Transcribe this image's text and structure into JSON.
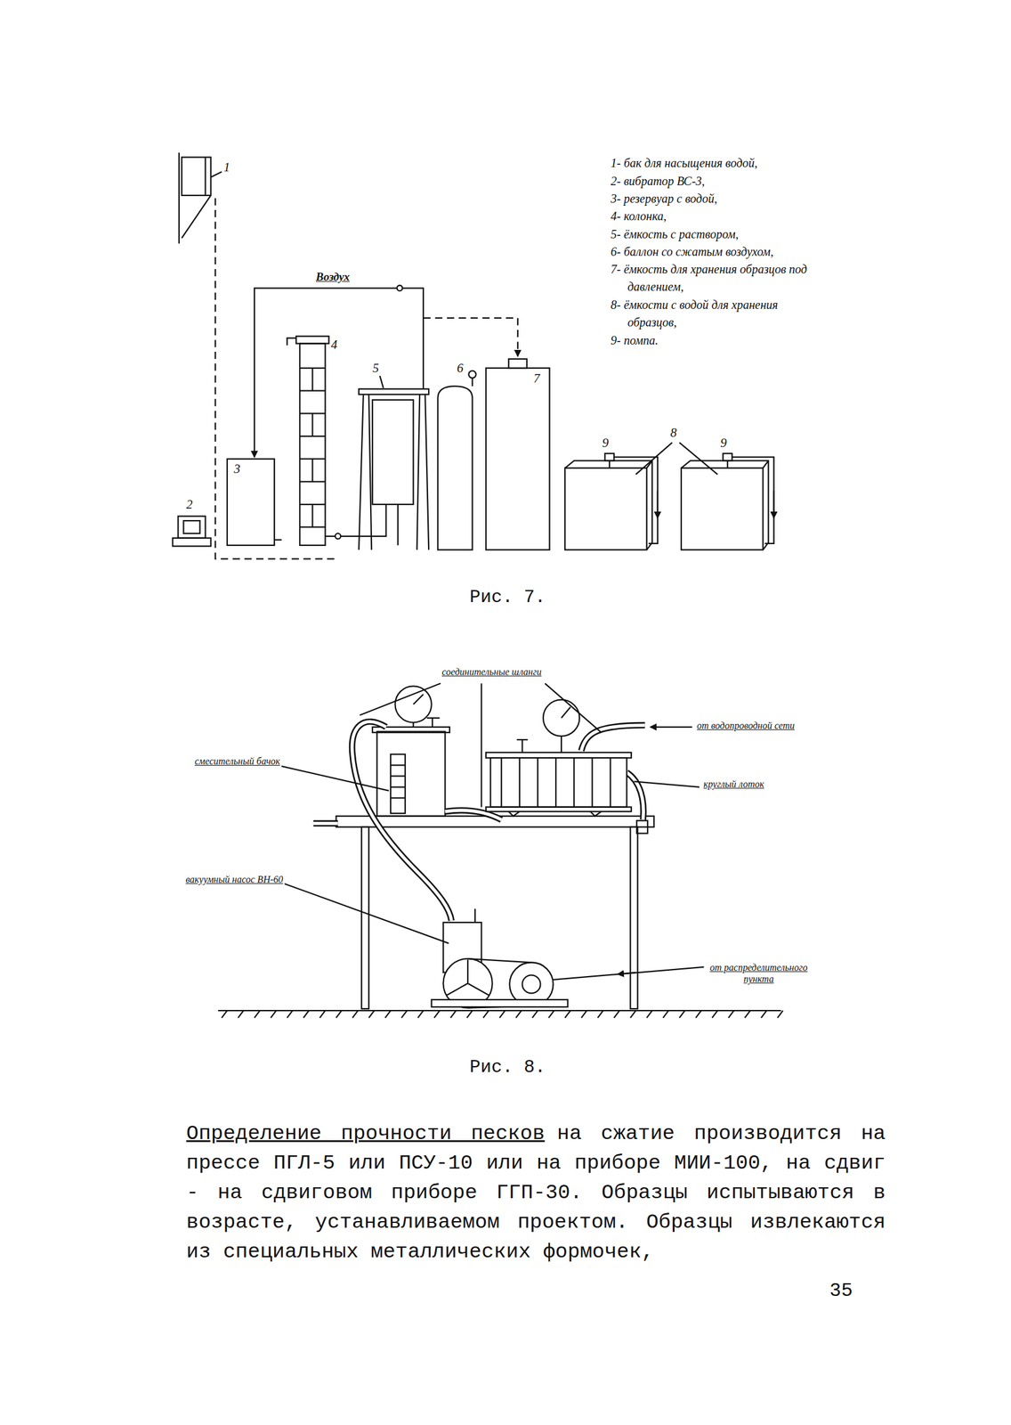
{
  "diagram": {
    "labels": [
      "1",
      "2",
      "3",
      "4",
      "5",
      "6",
      "7",
      "8",
      "9",
      "9",
      "Воздух",
      "1- бак для насыщения водой,",
      "2- вибратор ВС-3,",
      "3- резервуар с водой,",
      "4- колонка,",
      "5- ёмкость с раствором,",
      "6- баллон со сжатым воздухом,",
      "7- ёмкость для хранения образцов под давлением,",
      "8- ёмкости с водой для хранения образцов,",
      "9- помпа.",
      "Рис. 7.",
      "соединительные шланги",
      "смесительный бачок",
      "от водопроводной сети",
      "круглый лоток",
      "вакуумный насос ВН-60",
      "от распределительного пункта",
      "Рис. 8.",
      "Определение прочности песков",
      "на сжатие производится на прессе ПГЛ-5 или ПСУ-10 или на приборе МИИ-100, на сдвиг - на сдвиговом приборе ГГП-30. Образцы испытываются в возрасте, устанавливаемом проектом. Образцы извлекаются из специальных металлических формочек,",
      "35"
    ]
  }
}
